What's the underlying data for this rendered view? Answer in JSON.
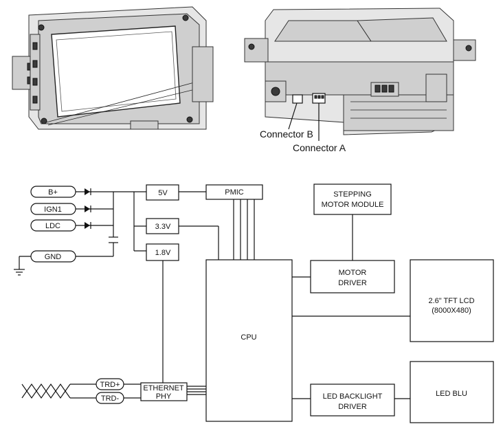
{
  "illustration": {
    "connector_b": "Connector B",
    "connector_a": "Connector A"
  },
  "inputs": [
    "B+",
    "IGN1",
    "LDC",
    "GND"
  ],
  "trd": [
    "TRD+",
    "TRD-"
  ],
  "blocks": {
    "v5": "5V",
    "v33": "3.3V",
    "v18": "1.8V",
    "pmic": "PMIC",
    "stepping": [
      "STEPPING",
      "MOTOR MODULE"
    ],
    "motor_driver": [
      "MOTOR",
      "DRIVER"
    ],
    "cpu": "CPU",
    "ethernet": [
      "ETHERNET",
      "PHY"
    ],
    "lcd": [
      "2.6\" TFT LCD",
      "(8000X480)"
    ],
    "led_backlight": [
      "LED BACKLIGHT",
      "DRIVER"
    ],
    "led_blu": "LED BLU"
  }
}
